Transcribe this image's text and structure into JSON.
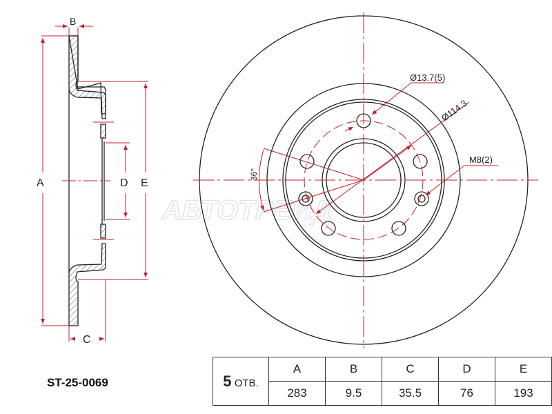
{
  "part_number": "ST-25-0069",
  "labels": {
    "side_dims": [
      "A",
      "B",
      "C",
      "D",
      "E"
    ],
    "hole_dia": "Ø13.7(5)",
    "pcd": "Ø114.3",
    "thread": "M8(2)",
    "angle": "36°"
  },
  "watermark": "АВТОТРЕЙД",
  "table": {
    "holes_count": "5",
    "holes_unit": "ОТВ.",
    "headers": [
      "A",
      "B",
      "C",
      "D",
      "E"
    ],
    "values": [
      "283",
      "9.5",
      "35.5",
      "76",
      "193"
    ]
  },
  "colors": {
    "dim": "#c0202a",
    "line": "#222222"
  }
}
